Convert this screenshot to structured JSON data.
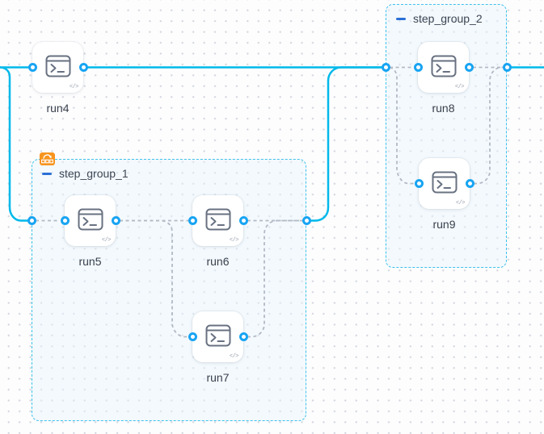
{
  "app": {
    "view": "workflow-dag-canvas"
  },
  "colors": {
    "edge_active": "#00b9ea",
    "edge_inactive": "#b4bac5",
    "handle_border": "#18a4f2",
    "group_border": "#3ec1ea",
    "group_background": "rgba(230,245,252,0.45)",
    "collapse_icon": "#2a6fd6",
    "group_badge": "#f7941e",
    "node_icon": "#687181",
    "label_text": "#3a414d",
    "canvas_dot": "#d3d7de"
  },
  "icons": {
    "node_type": "terminal-icon",
    "code_badge": "</>"
  },
  "nodes": [
    {
      "id": "run4",
      "label": "run4"
    },
    {
      "id": "run5",
      "label": "run5"
    },
    {
      "id": "run6",
      "label": "run6"
    },
    {
      "id": "run7",
      "label": "run7"
    },
    {
      "id": "run8",
      "label": "run8"
    },
    {
      "id": "run9",
      "label": "run9"
    }
  ],
  "groups": [
    {
      "id": "step_group_1",
      "title": "step_group_1",
      "has_loop_badge": true
    },
    {
      "id": "step_group_2",
      "title": "step_group_2",
      "has_loop_badge": false
    }
  ],
  "edges": {
    "active": [
      {
        "from": "offscreen-left",
        "to": "run4"
      },
      {
        "from": "offscreen-left",
        "to": "step_group_1"
      },
      {
        "from": "run4",
        "to": "step_group_2"
      },
      {
        "from": "step_group_1",
        "to": "step_group_2"
      },
      {
        "from": "step_group_2",
        "to": "offscreen-right"
      }
    ],
    "inactive": [
      {
        "from": "step_group_1-in",
        "to": "run5"
      },
      {
        "from": "run5",
        "to": "run6"
      },
      {
        "from": "run5",
        "to": "run7"
      },
      {
        "from": "run6",
        "to": "step_group_1-out"
      },
      {
        "from": "run7",
        "to": "step_group_1-out"
      },
      {
        "from": "step_group_2-in",
        "to": "run8"
      },
      {
        "from": "step_group_2-in",
        "to": "run9"
      },
      {
        "from": "run8",
        "to": "step_group_2-out"
      },
      {
        "from": "run9",
        "to": "step_group_2-out"
      }
    ]
  }
}
